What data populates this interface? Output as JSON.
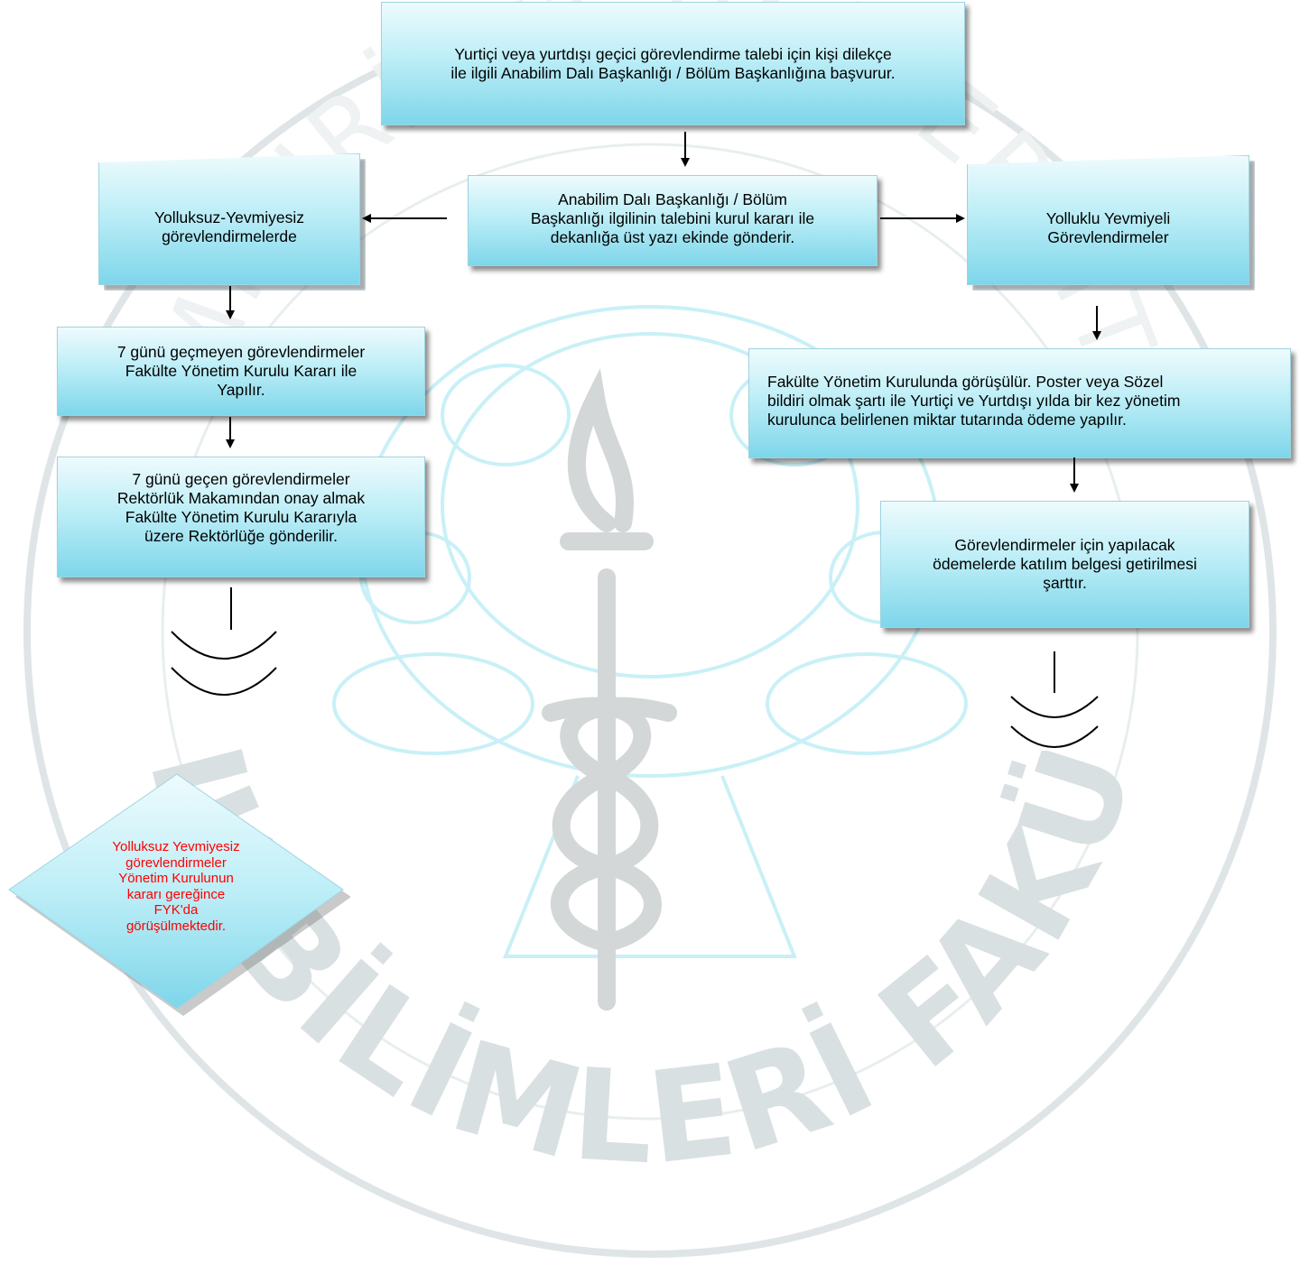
{
  "watermark": {
    "lower_arc_text": "SAĞLIK BİLİMLERİ FAKÜLTESİ",
    "upper_arc_text": "CUMHURİYET ÜNİVERSİTESİ",
    "color": "#d9e0e2",
    "accent_color": "#c6f0f7"
  },
  "colors": {
    "box_fill_top": "#eefbfd",
    "box_fill_bottom": "#7ed6ea",
    "arrow": "#000000",
    "diamond_text": "#ff0000"
  },
  "nodes": {
    "start": {
      "lines": [
        "Yurtiçi veya yurtdışı geçici görevlendirme talebi için kişi dilekçe",
        "ile ilgili Anabilim Dalı Başkanlığı / Bölüm Başkanlığına başvurur."
      ]
    },
    "department": {
      "lines": [
        "Anabilim Dalı Başkanlığı / Bölüm",
        "Başkanlığı ilgilinin talebini kurul kararı ile",
        "dekanlığa üst yazı ekinde gönderir."
      ]
    },
    "unpaid": {
      "lines": [
        "Yolluksuz-Yevmiyesiz",
        "görevlendirmelerde"
      ]
    },
    "paid": {
      "lines": [
        "Yolluklu Yevmiyeli",
        "Görevlendirmeler"
      ]
    },
    "under_7_days": {
      "lines": [
        "7 günü geçmeyen görevlendirmeler",
        "Fakülte Yönetim Kurulu Kararı ile",
        "Yapılır."
      ]
    },
    "over_7_days": {
      "lines": [
        "7 günü geçen görevlendirmeler",
        "Rektörlük Makamından onay almak",
        "Fakülte Yönetim Kurulu Kararıyla",
        "üzere Rektörlüğe gönderilir."
      ]
    },
    "faculty_board": {
      "lines": [
        "Fakülte Yönetim Kurulunda görüşülür.  Poster veya Sözel",
        "bildiri olmak şartı ile Yurtiçi ve Yurtdışı yılda bir kez yönetim",
        "kurulunca belirlenen miktar tutarında ödeme yapılır."
      ]
    },
    "certificate": {
      "lines": [
        "Görevlendirmeler için yapılacak",
        "ödemelerde katılım belgesi getirilmesi",
        "şarttır."
      ]
    },
    "decision": {
      "lines": [
        "Yolluksuz Yevmiyesiz",
        "görevlendirmeler",
        "Yönetim Kurulunun",
        "kararı gereğince",
        "FYK'da",
        "görüşülmektedir."
      ]
    }
  },
  "icons": [
    "terminator-symbol-icon",
    "terminator-symbol-icon"
  ]
}
